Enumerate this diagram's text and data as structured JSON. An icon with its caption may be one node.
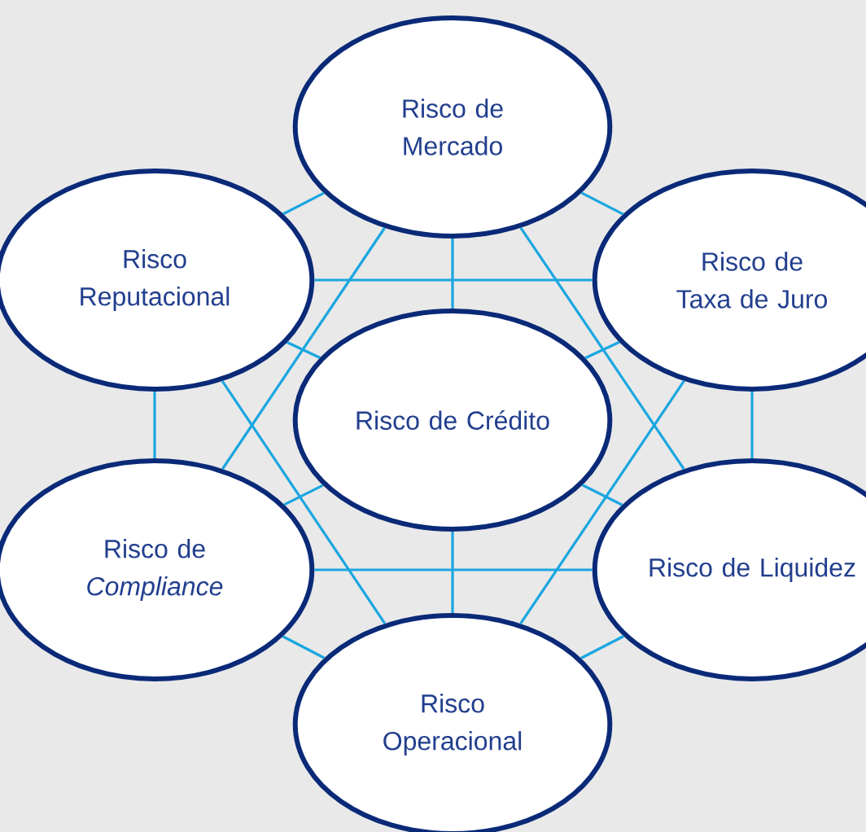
{
  "diagram": {
    "nodes": [
      {
        "text": [
          "Risco de Mercado"
        ]
      },
      {
        "text": [
          "Risco Reputacional"
        ]
      },
      {
        "text": [
          "Risco de Taxa de Juro"
        ]
      },
      {
        "text": [
          "Risco de Crédito"
        ]
      },
      {
        "text": [
          "Risco de *Compliance*"
        ]
      },
      {
        "text": [
          "Risco de Liquidez"
        ]
      },
      {
        "text": [
          "Risco Operacional"
        ]
      }
    ],
    "edges": [
      {
        "from": 0,
        "to": 1,
        "arrow": "none"
      },
      {
        "from": 0,
        "to": 2,
        "arrow": "none"
      },
      {
        "from": 1,
        "to": 4,
        "arrow": "none"
      },
      {
        "from": 2,
        "to": 5,
        "arrow": "none"
      },
      {
        "from": 4,
        "to": 6,
        "arrow": "none"
      },
      {
        "from": 5,
        "to": 6,
        "arrow": "none"
      },
      {
        "from": 1,
        "to": 2,
        "arrow": "none"
      },
      {
        "from": 4,
        "to": 5,
        "arrow": "none"
      },
      {
        "from": 0,
        "to": 3,
        "arrow": "none"
      },
      {
        "from": 1,
        "to": 3,
        "arrow": "none"
      },
      {
        "from": 2,
        "to": 3,
        "arrow": "none"
      },
      {
        "from": 4,
        "to": 3,
        "arrow": "none"
      },
      {
        "from": 5,
        "to": 3,
        "arrow": "none"
      },
      {
        "from": 6,
        "to": 3,
        "arrow": "none"
      },
      {
        "from": 0,
        "to": 4,
        "arrow": "none"
      },
      {
        "from": 0,
        "to": 5,
        "arrow": "none"
      },
      {
        "from": 1,
        "to": 6,
        "arrow": "none"
      },
      {
        "from": 2,
        "to": 6,
        "arrow": "none"
      }
    ]
  }
}
